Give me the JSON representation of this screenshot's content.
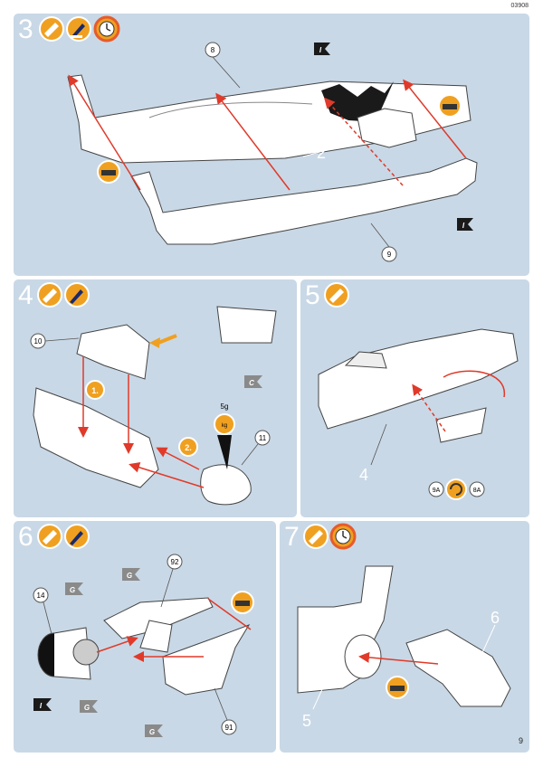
{
  "header": {
    "code": "03908"
  },
  "footer": {
    "page_number": "9"
  },
  "colors": {
    "panel": "#c9d8e6",
    "arrow": "#e03a2a",
    "icon_orange": "#f0a020",
    "ring": "#e65b2c",
    "flag_black": "#1a1a1a",
    "flag_grey": "#8a8a8a"
  },
  "icons": {
    "glue": "glue-tube-icon",
    "paint": "paint-brush-icon",
    "clock": "drying-clock-icon",
    "stand": "stand-icon",
    "rotate": "rotate-icon",
    "weight": "weight-icon",
    "direction": "direction-arrow-icon"
  },
  "steps": [
    {
      "number": "3",
      "callouts": [
        "8",
        "9"
      ],
      "paint_codes": [
        "I",
        "I"
      ],
      "side_label": "2"
    },
    {
      "number": "4",
      "callouts": [
        "10",
        "11"
      ],
      "paint_codes": [
        "C"
      ],
      "order_labels": [
        "1.",
        "2."
      ],
      "weight_label": "5g",
      "weight_unit": "kg"
    },
    {
      "number": "5",
      "callouts": [
        "9A",
        "8A"
      ],
      "side_label": "4"
    },
    {
      "number": "6",
      "callouts": [
        "14",
        "92",
        "91"
      ],
      "paint_codes": [
        "G",
        "G",
        "G",
        "G",
        "I"
      ]
    },
    {
      "number": "7",
      "side_labels": [
        "6",
        "5"
      ]
    }
  ]
}
